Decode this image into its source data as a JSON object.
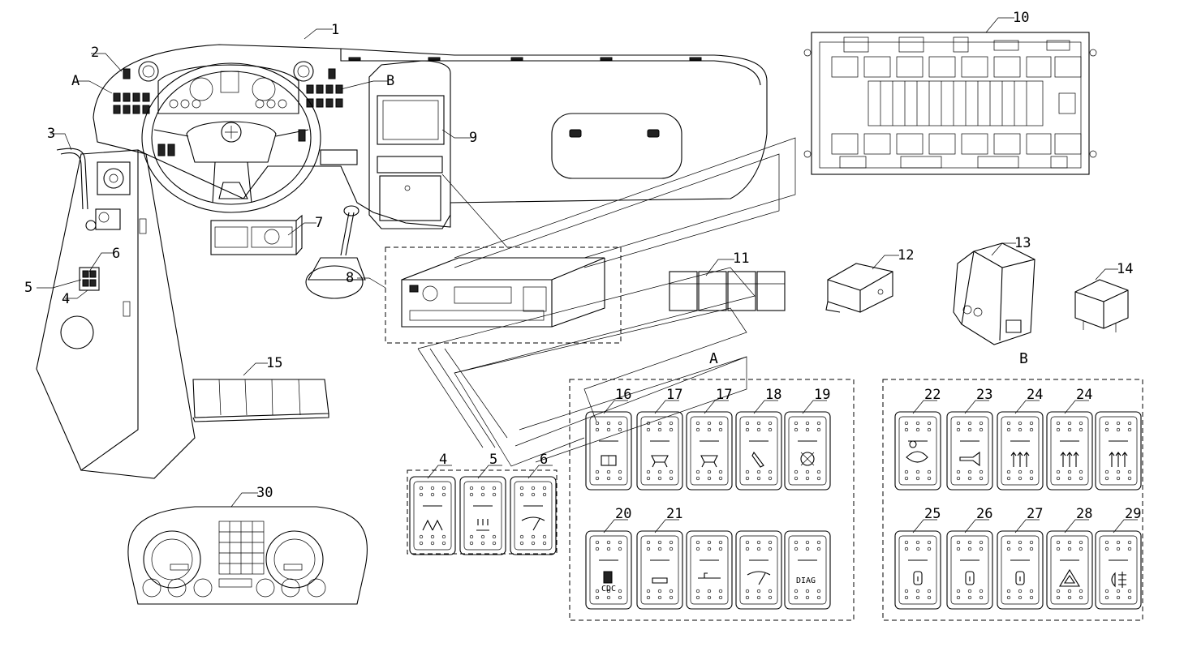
{
  "callouts": {
    "c1": "1",
    "c2": "2",
    "cA": "A",
    "cB": "B",
    "c3": "3",
    "c4": "4",
    "c5": "5",
    "c6": "6",
    "c7": "7",
    "c8": "8",
    "c9": "9",
    "c10": "10",
    "c11": "11",
    "c12": "12",
    "c13": "13",
    "c14": "14",
    "c15": "15",
    "c30": "30"
  },
  "groups": {
    "A": "A",
    "B": "B"
  },
  "switches": {
    "s4": "4",
    "s5": "5",
    "s6": "6",
    "s16": "16",
    "s17a": "17",
    "s17b": "17",
    "s18": "18",
    "s19": "19",
    "s20": "20",
    "s21": "21",
    "s22": "22",
    "s23": "23",
    "s24a": "24",
    "s24b": "24",
    "s25": "25",
    "s26": "26",
    "s27": "27",
    "s28": "28",
    "s29": "29"
  },
  "switch_texts": {
    "diag": "DIAG",
    "cdc": "CDC"
  }
}
